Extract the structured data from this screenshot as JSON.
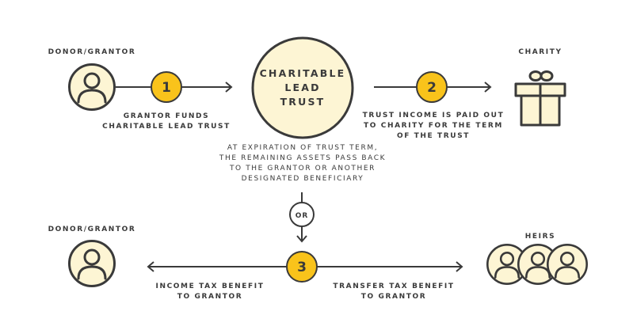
{
  "colors": {
    "cream": "#fdf5d4",
    "yellow": "#f9c31b",
    "stroke": "#3a3a3a"
  },
  "icons": [
    "person-icon",
    "gift-icon",
    "arrow-icon"
  ],
  "top_left": {
    "label": "DONOR/GRANTOR"
  },
  "step1": {
    "number": "1",
    "caption_line1": "GRANTOR FUNDS",
    "caption_line2": "CHARITABLE LEAD TRUST"
  },
  "trust": {
    "line1": "CHARITABLE",
    "line2": "LEAD",
    "line3": "TRUST"
  },
  "step2": {
    "number": "2",
    "caption_line1": "TRUST INCOME IS PAID OUT",
    "caption_line2": "TO CHARITY FOR THE TERM",
    "caption_line3": "OF THE TRUST"
  },
  "charity": {
    "label": "CHARITY"
  },
  "expiration": {
    "line1": "AT EXPIRATION OF TRUST TERM,",
    "line2": "THE REMAINING ASSETS PASS BACK",
    "line3": "TO THE GRANTOR OR ANOTHER",
    "line4": "DESIGNATED BENEFICIARY"
  },
  "or_label": "OR",
  "step3": {
    "number": "3"
  },
  "bottom_left": {
    "label": "DONOR/GRANTOR",
    "caption_line1": "INCOME TAX BENEFIT",
    "caption_line2": "TO GRANTOR"
  },
  "heirs": {
    "label": "HEIRS",
    "caption_line1": "TRANSFER TAX BENEFIT",
    "caption_line2": "TO GRANTOR"
  }
}
